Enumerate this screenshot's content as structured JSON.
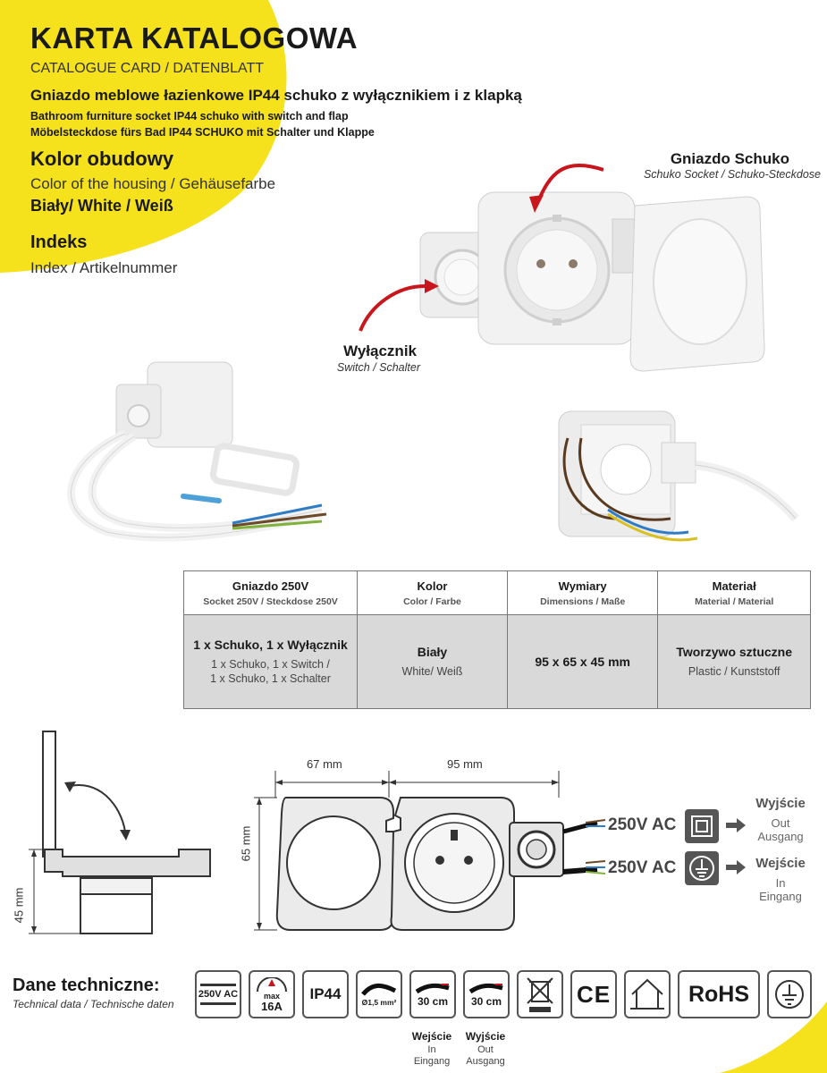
{
  "header": {
    "title": "KARTA KATALOGOWA",
    "subtitle": "CATALOGUE CARD / DATENBLATT",
    "product_pl": "Gniazdo meblowe łazienkowe IP44 schuko z wyłącznikiem i z klapką",
    "product_en": "Bathroom furniture socket IP44 schuko with switch and flap",
    "product_de": "Möbelsteckdose fürs Bad IP44 SCHUKO mit Schalter und Klappe",
    "color_heading": "Kolor obudowy",
    "color_sub": "Color of the housing / Gehäusefarbe",
    "color_value": "Biały/ White / Weiß",
    "index_heading": "Indeks",
    "index_sub": "Index / Artikelnummer"
  },
  "callouts": {
    "socket_label": "Gniazdo Schuko",
    "socket_sub": "Schuko Socket / Schuko-Steckdose",
    "switch_label": "Wyłącznik",
    "switch_sub": "Switch / Schalter"
  },
  "spec_table": {
    "headers": [
      {
        "title": "Gniazdo 250V",
        "sub": "Socket 250V / Steckdose 250V"
      },
      {
        "title": "Kolor",
        "sub": "Color / Farbe"
      },
      {
        "title": "Wymiary",
        "sub": "Dimensions / Maße"
      },
      {
        "title": "Materiał",
        "sub": "Material / Material"
      }
    ],
    "row": [
      {
        "main": "1 x Schuko, 1 x Wyłącznik",
        "sub1": "1 x Schuko, 1 x Switch /",
        "sub2": "1 x Schuko, 1 x Schalter"
      },
      {
        "main": "Biały",
        "sub1": "White/ Weiß",
        "sub2": ""
      },
      {
        "main": "95 x 65 x 45 mm",
        "sub1": "",
        "sub2": ""
      },
      {
        "main": "Tworzywo sztuczne",
        "sub1": "Plastic / Kunststoff",
        "sub2": ""
      }
    ]
  },
  "drawing": {
    "dim_width_left": "67 mm",
    "dim_width_right": "95 mm",
    "dim_height": "65 mm",
    "dim_depth": "45 mm",
    "voltage_out": "250V AC",
    "voltage_in": "250V AC",
    "output_label": "Wyjście",
    "output_sub1": "Out",
    "output_sub2": "Ausgang",
    "input_label": "Wejście",
    "input_sub1": "In",
    "input_sub2": "Eingang"
  },
  "technical": {
    "heading": "Dane techniczne:",
    "sub": "Technical data / Technische daten",
    "icons": [
      {
        "name": "voltage-icon",
        "text": "250V AC"
      },
      {
        "name": "max-current-icon",
        "text1": "max",
        "text2": "16A"
      },
      {
        "name": "ip44-icon",
        "text": "IP44"
      },
      {
        "name": "cable-section-icon",
        "text": "Ø1,5 mm²"
      },
      {
        "name": "cable-length-input-icon",
        "text": "30 cm"
      },
      {
        "name": "cable-length-output-icon",
        "text": "30 cm"
      },
      {
        "name": "weee-bin-icon"
      },
      {
        "name": "ce-mark-icon",
        "text": "CE"
      },
      {
        "name": "indoor-house-icon"
      },
      {
        "name": "rohs-icon",
        "text": "RoHS"
      },
      {
        "name": "ground-icon"
      }
    ],
    "cap_in_label": "Wejście",
    "cap_in_sub1": "In",
    "cap_in_sub2": "Eingang",
    "cap_out_label": "Wyjście",
    "cap_out_sub1": "Out",
    "cap_out_sub2": "Ausgang"
  },
  "colors": {
    "accent_yellow": "#f5e11c",
    "arrow_red": "#c8161d",
    "table_fill": "#d9d9d9",
    "icon_dark": "#555555"
  }
}
